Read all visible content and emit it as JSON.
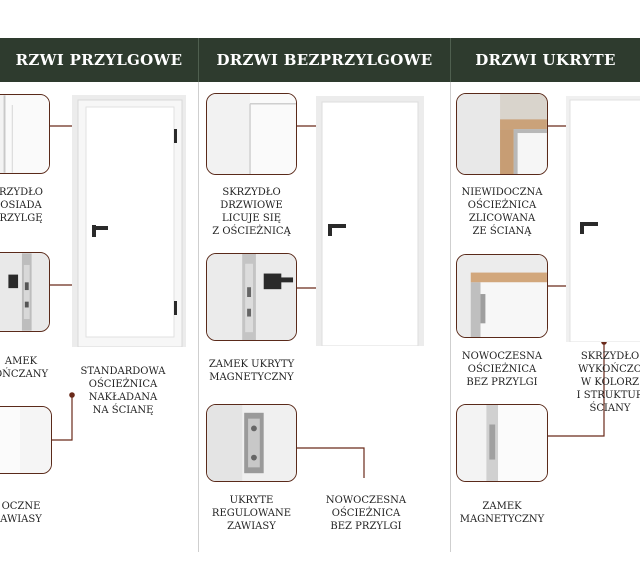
{
  "columns": [
    {
      "title": "RZWI PRZYLGOWE",
      "labels": {
        "top": "RZYDŁO\nOSIADA\nRZYLGĘ",
        "middle": "AMEK\nOŃCZANY",
        "door_note": "STANDARDOWA\nOŚCIEŻNICA\nNAKŁADANA\nNA ŚCIANĘ",
        "bottom": "OCZNE\nAWIASY"
      }
    },
    {
      "title": "DRZWI BEZPRZYLGOWE",
      "labels": {
        "top": "SKRZYDŁO\nDRZWIOWE\nLICUJE SIĘ\nZ OŚCIEŻNICĄ",
        "middle": "ZAMEK UKRYTY\nMAGNETYCZNY",
        "bottom_left": "UKRYTE\nREGULOWANE\nZAWIASY",
        "bottom_right": "NOWOCZESNA\nOŚCIEŻNICA\nBEZ PRZYLGI"
      }
    },
    {
      "title": "DRZWI UKRYTE",
      "labels": {
        "top": "NIEWIDOCZNA\nOŚCIEŻNICA\nZLICOWANA\nZE ŚCIANĄ",
        "middle": "NOWOCZESNA\nOŚCIEŻNICA\nBEZ PRZYLGI",
        "right": "SKRZYDŁO\nWYKOŃCZO\nW KOLORZ\nI STRUKTUR\nŚCIANY",
        "bottom": "ZAMEK\nMAGNETYCZNY"
      }
    }
  ],
  "colors": {
    "header_bg": "#2e3b2e",
    "header_text": "#ffffff",
    "thumb_border": "#5a2a1a",
    "connector": "#6a2a1a",
    "door_frame": "#e9e9e9",
    "hardware": "#2a2a2a"
  }
}
